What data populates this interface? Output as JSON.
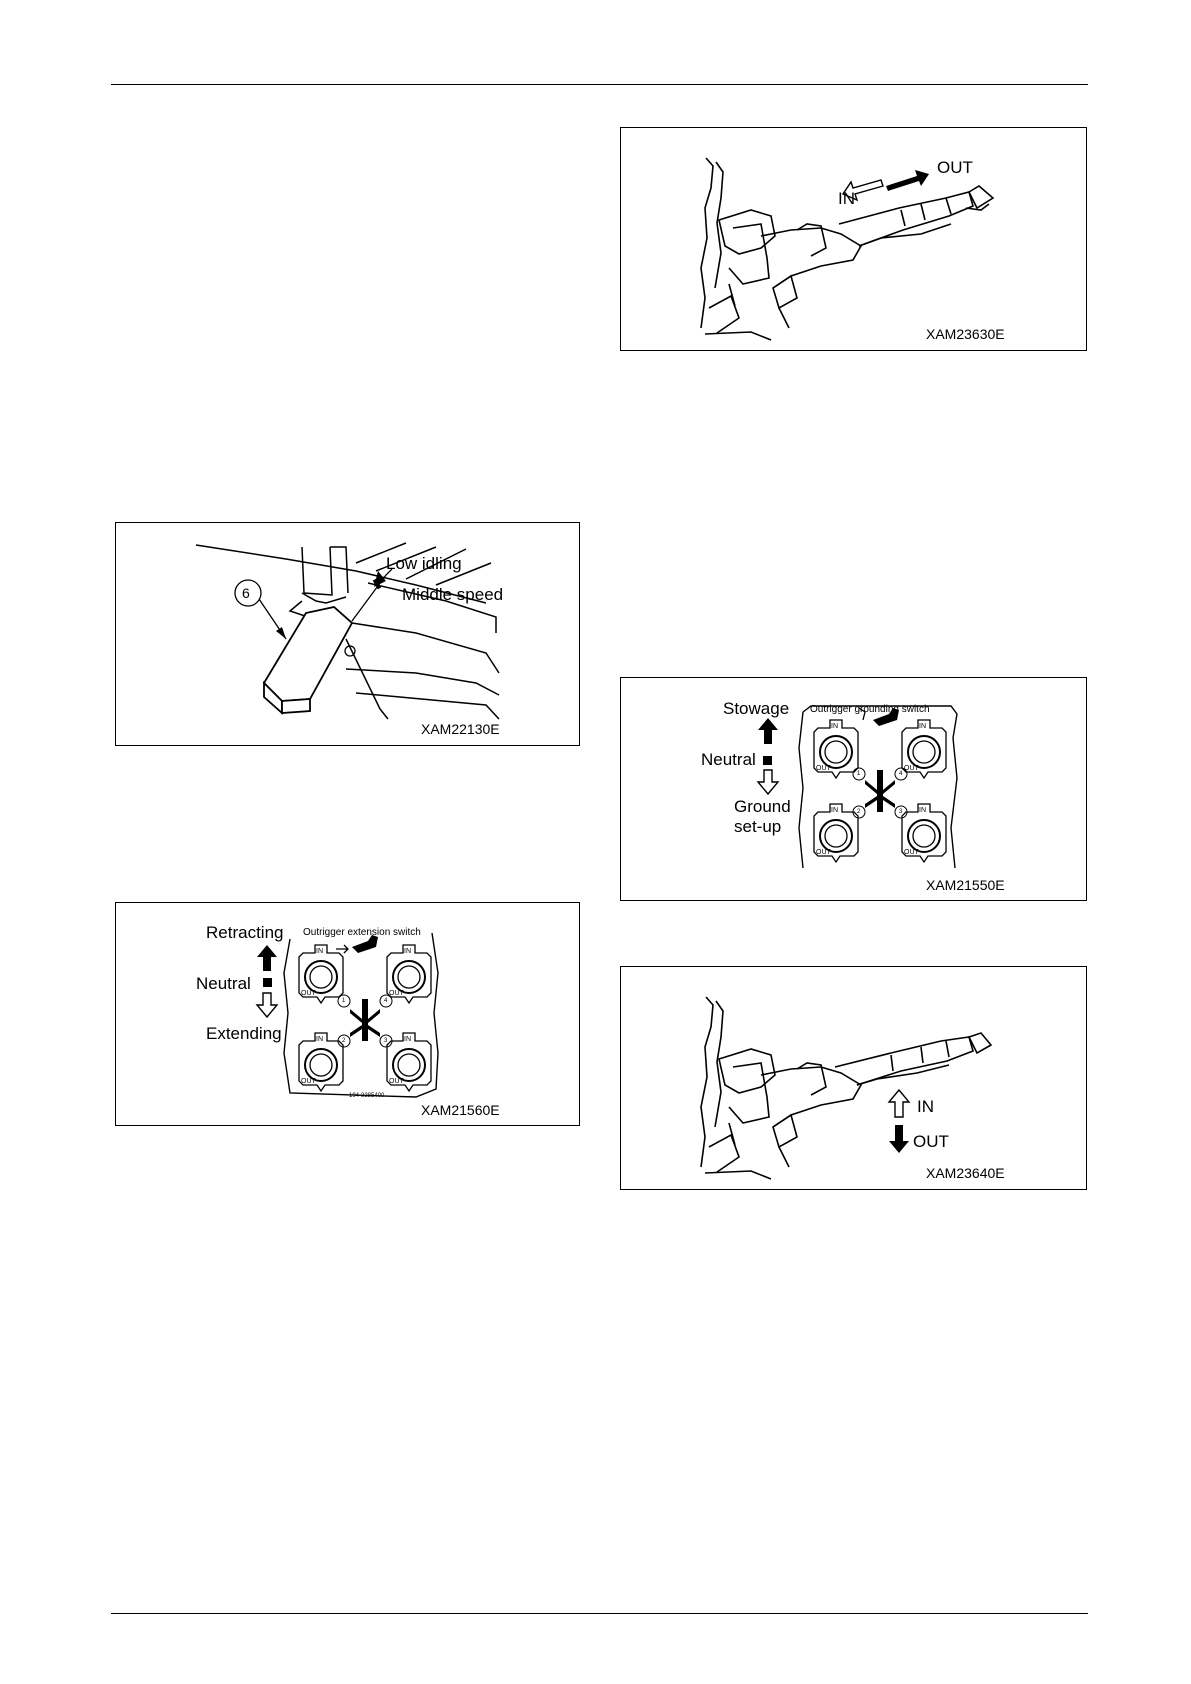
{
  "figures": {
    "fig_boom_extend": {
      "code": "XAM23630E",
      "labels": {
        "out": "OUT",
        "in": "IN"
      }
    },
    "fig_pedal": {
      "code": "XAM22130E",
      "labels": {
        "callout": "6",
        "low_idling": "Low idling",
        "middle_speed": "Middle speed"
      }
    },
    "fig_ground_switch": {
      "code": "XAM21550E",
      "title": "Outrigger grounding switch",
      "labels": {
        "stowage": "Stowage",
        "neutral": "Neutral",
        "ground": "Ground",
        "setup": "set-up"
      },
      "numbers": [
        "1",
        "2",
        "3",
        "4"
      ],
      "button_in": "IN",
      "button_out": "OUT"
    },
    "fig_extension_switch": {
      "code": "XAM21560E",
      "title": "Outrigger extension switch",
      "labels": {
        "retracting": "Retracting",
        "neutral": "Neutral",
        "extending": "Extending"
      },
      "numbers": [
        "1",
        "2",
        "3",
        "4"
      ],
      "button_in": "IN",
      "button_out": "OUT",
      "part_no": "194-3285400"
    },
    "fig_boom_updown": {
      "code": "XAM23640E",
      "labels": {
        "in": "IN",
        "out": "OUT"
      }
    }
  }
}
